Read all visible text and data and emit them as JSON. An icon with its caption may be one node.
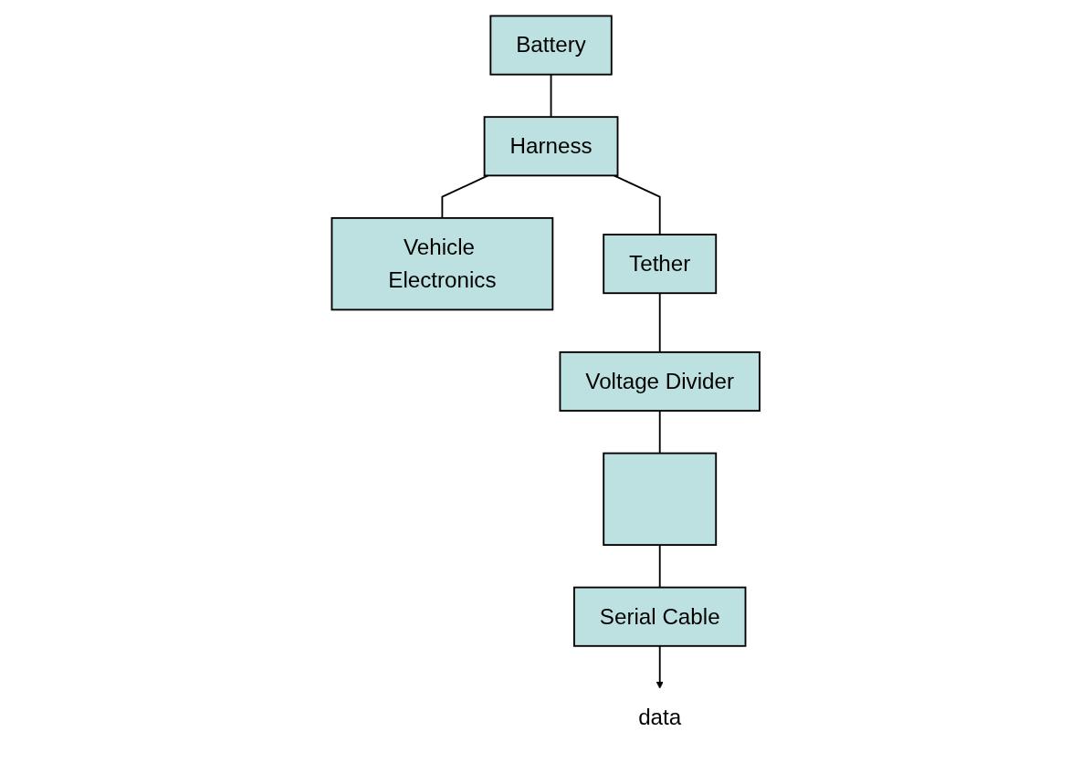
{
  "diagram": {
    "nodes": [
      {
        "text": [
          "Battery"
        ]
      },
      {
        "text": [
          "Harness"
        ]
      },
      {
        "text": [
          "Vehicle Electronics"
        ]
      },
      {
        "text": [
          "Tether"
        ]
      },
      {
        "text": [
          "Voltage Divider"
        ]
      },
      {
        "text": [],
        "shape": "box"
      },
      {
        "text": [
          "Serial Cable"
        ]
      },
      {
        "text": [
          "data"
        ]
      }
    ],
    "edges": [
      {
        "from": 0,
        "to": 1,
        "arrow": "none"
      },
      {
        "from": 1,
        "to": 2,
        "arrow": "none"
      },
      {
        "from": 1,
        "to": 3,
        "arrow": "none"
      },
      {
        "from": 3,
        "to": 4,
        "arrow": "none"
      },
      {
        "from": 4,
        "to": 5,
        "arrow": "none"
      },
      {
        "from": 5,
        "to": 6,
        "arrow": "none"
      },
      {
        "from": 6,
        "to": 7,
        "arrow": "to"
      }
    ]
  }
}
